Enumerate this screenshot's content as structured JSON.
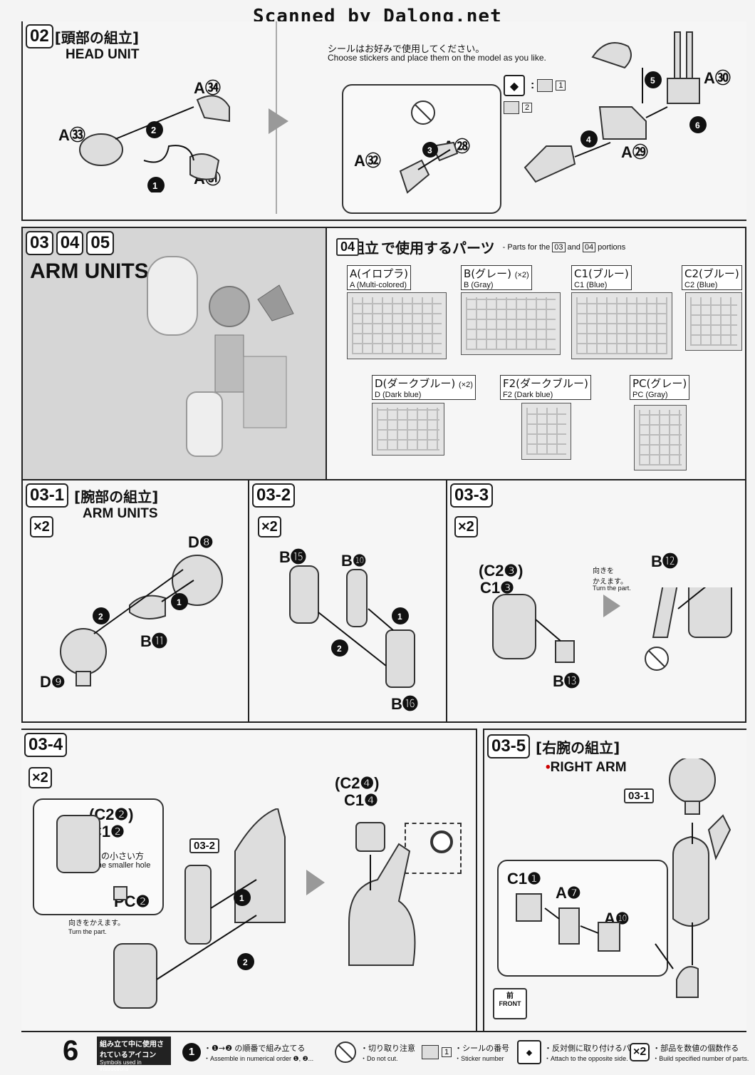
{
  "scanner": "Scanned by Dalong.net",
  "page_number": "6",
  "step02": {
    "num": "02",
    "jp": "[頭部の組立]",
    "en": "HEAD UNIT",
    "sticker_jp": "シールはお好みで使用してください。",
    "sticker_en": "Choose stickers and place them on the model as you like.",
    "parts": [
      "A㉝",
      "A㉞",
      "A㉛",
      "A㉜",
      "A㉘",
      "A㉙",
      "A㉚"
    ],
    "sticker_nums": [
      "1",
      "2"
    ]
  },
  "step0305": {
    "nums": [
      "03",
      "04",
      "05"
    ],
    "title": "ARM UNITS",
    "parts_heading_jp": "・組立",
    "parts_heading_mid": "で使用するパーツ",
    "parts_heading_en": "- Parts for the",
    "and": "and",
    "portions": "portions",
    "runners": [
      {
        "jp": "A(イロプラ)",
        "en": "A (Multi-colored)",
        "mult": ""
      },
      {
        "jp": "B(グレー)",
        "en": "B (Gray)",
        "mult": "(×2)"
      },
      {
        "jp": "C1(ブルー)",
        "en": "C1 (Blue)",
        "mult": ""
      },
      {
        "jp": "C2(ブルー)",
        "en": "C2 (Blue)",
        "mult": ""
      },
      {
        "jp": "D(ダークブルー)",
        "en": "D (Dark blue)",
        "mult": "(×2)"
      },
      {
        "jp": "F2(ダークブルー)",
        "en": "F2 (Dark blue)",
        "mult": ""
      },
      {
        "jp": "PC(グレー)",
        "en": "PC (Gray)",
        "mult": ""
      }
    ]
  },
  "s031": {
    "num": "03-1",
    "jp": "[腕部の組立]",
    "en": "ARM UNITS",
    "mult": "×2",
    "parts": [
      "D❽",
      "B⓫",
      "D❾"
    ]
  },
  "s032": {
    "num": "03-2",
    "mult": "×2",
    "parts": [
      "B⓯",
      "B❿",
      "B⓰"
    ]
  },
  "s033": {
    "num": "03-3",
    "mult": "×2",
    "parts": [
      "(C2❸)",
      "C1❸",
      "B⓭",
      "B⓬"
    ],
    "turn_jp": "向きを\nかえます。",
    "turn_en": "Turn the part."
  },
  "s034": {
    "num": "03-4",
    "mult": "×2",
    "parts": [
      "(C2❷)",
      "C1❷",
      "PC❷",
      "(C2❹)",
      "C1❹"
    ],
    "hole_jp": "穴の小さい方",
    "hole_en": "The smaller hole",
    "turn_jp": "向きをかえます。",
    "turn_en": "Turn the part.",
    "ref": "03-2"
  },
  "s035": {
    "num": "03-5",
    "jp": "[右腕の組立]",
    "en": "RIGHT ARM",
    "ref": "03-1",
    "parts": [
      "C1❶",
      "A❼",
      "A❿"
    ],
    "front_jp": "前",
    "front_en": "FRONT"
  },
  "footer": {
    "icons_jp": "組み立て中に使用されているアイコン",
    "icons_en": "Symbols used in instructions",
    "items": [
      {
        "jp": "・❶→❷ の順番で組み立てる",
        "en": "・Assemble in numerical order ❶, ❷..."
      },
      {
        "jp": "・切り取り注意",
        "en": "・Do not cut."
      },
      {
        "jp": "・シールの番号",
        "en": "・Sticker number"
      },
      {
        "jp": "・反対側に取り付けるパーツ",
        "en": "・Attach to the opposite side."
      },
      {
        "jp": "・部品を数値の個数作る",
        "en": "・Build specified number of parts."
      }
    ]
  }
}
